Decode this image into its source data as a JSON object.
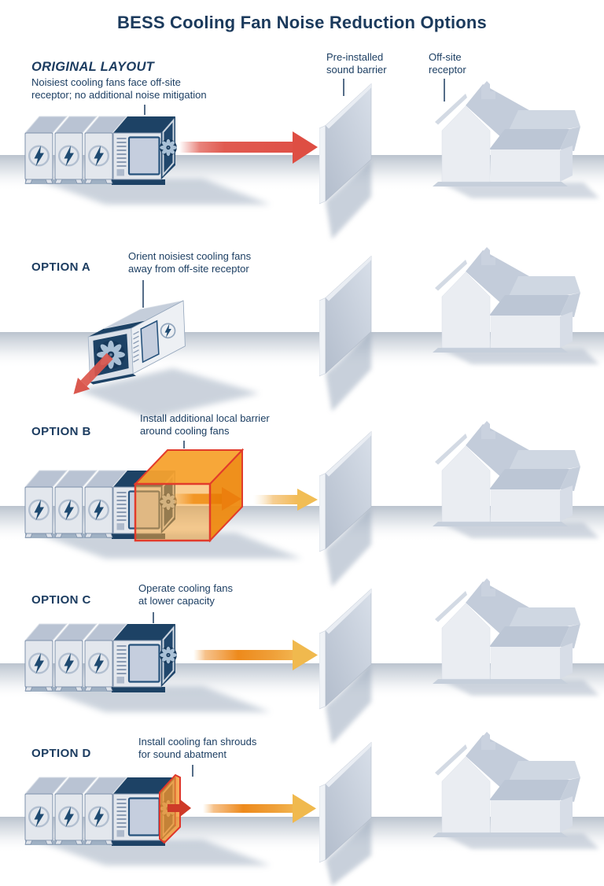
{
  "title": "BESS Cooling Fan Noise Reduction Options",
  "callouts": {
    "barrier": {
      "line1": "Pre-installed",
      "line2": "sound barrier"
    },
    "receptor": {
      "line1": "Off-site",
      "line2": "receptor"
    }
  },
  "sections": [
    {
      "id": "original",
      "label": "ORIGINAL LAYOUT",
      "desc_line1": "Noisiest cooling fans face off-site",
      "desc_line2": "receptor; no additional noise mitigation"
    },
    {
      "id": "option-a",
      "label": "OPTION A",
      "desc_line1": "Orient noisiest cooling fans",
      "desc_line2": "away from off-site receptor"
    },
    {
      "id": "option-b",
      "label": "OPTION B",
      "desc_line1": "Install additional local barrier",
      "desc_line2": "around cooling fans"
    },
    {
      "id": "option-c",
      "label": "OPTION C",
      "desc_line1": "Operate cooling fans",
      "desc_line2": "at lower capacity"
    },
    {
      "id": "option-d",
      "label": "OPTION D",
      "desc_line1": "Install cooling fan shrouds",
      "desc_line2": "for sound abatment"
    }
  ],
  "icons": {
    "lightning-bolt-icon": "battery module emblem",
    "cooling-fan-icon": "axial fan pinwheel",
    "sound-barrier": "perspective wall slab",
    "off-site-receptor": "house with chimney",
    "noise-arrow": "directional noise arrow"
  },
  "colors": {
    "text_navy": "#1c3c60",
    "unit_navy": "#1d4265",
    "fan_navy": "#16385a",
    "module_face": "#e3e7ed",
    "module_top": "#b9c3d3",
    "red_arrow": "#e05a50",
    "orange_arrow": "#ee8a1c",
    "yellow_arrow_head": "#f1bd55",
    "enclosure_orange": "#f6a239",
    "enclosure_outline": "#e23b2b",
    "wall_face": "#c6cfdb",
    "house_wall": "#eaedf2",
    "roof": "#c3ccda"
  }
}
